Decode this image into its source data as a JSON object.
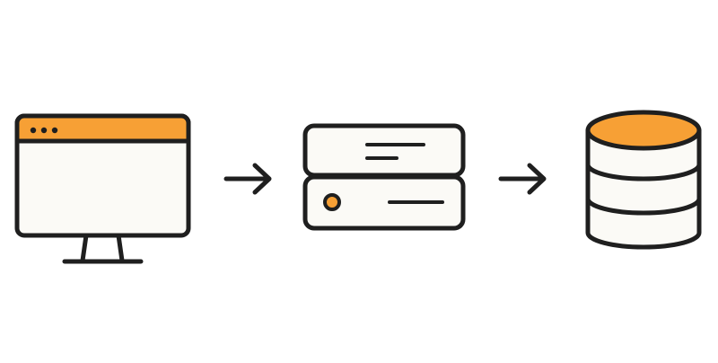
{
  "diagram": {
    "nodes": [
      {
        "id": "client",
        "icon": "browser-monitor-icon"
      },
      {
        "id": "server",
        "icon": "server-icon"
      },
      {
        "id": "database",
        "icon": "database-icon"
      }
    ],
    "connections": [
      {
        "from": "client",
        "to": "server",
        "icon": "arrow-right-icon"
      },
      {
        "from": "server",
        "to": "database",
        "icon": "arrow-right-icon"
      }
    ],
    "colors": {
      "outline": "#1f1f1f",
      "accent": "#f7a035",
      "fill": "#fbfaf6",
      "background": "#ffffff"
    }
  }
}
